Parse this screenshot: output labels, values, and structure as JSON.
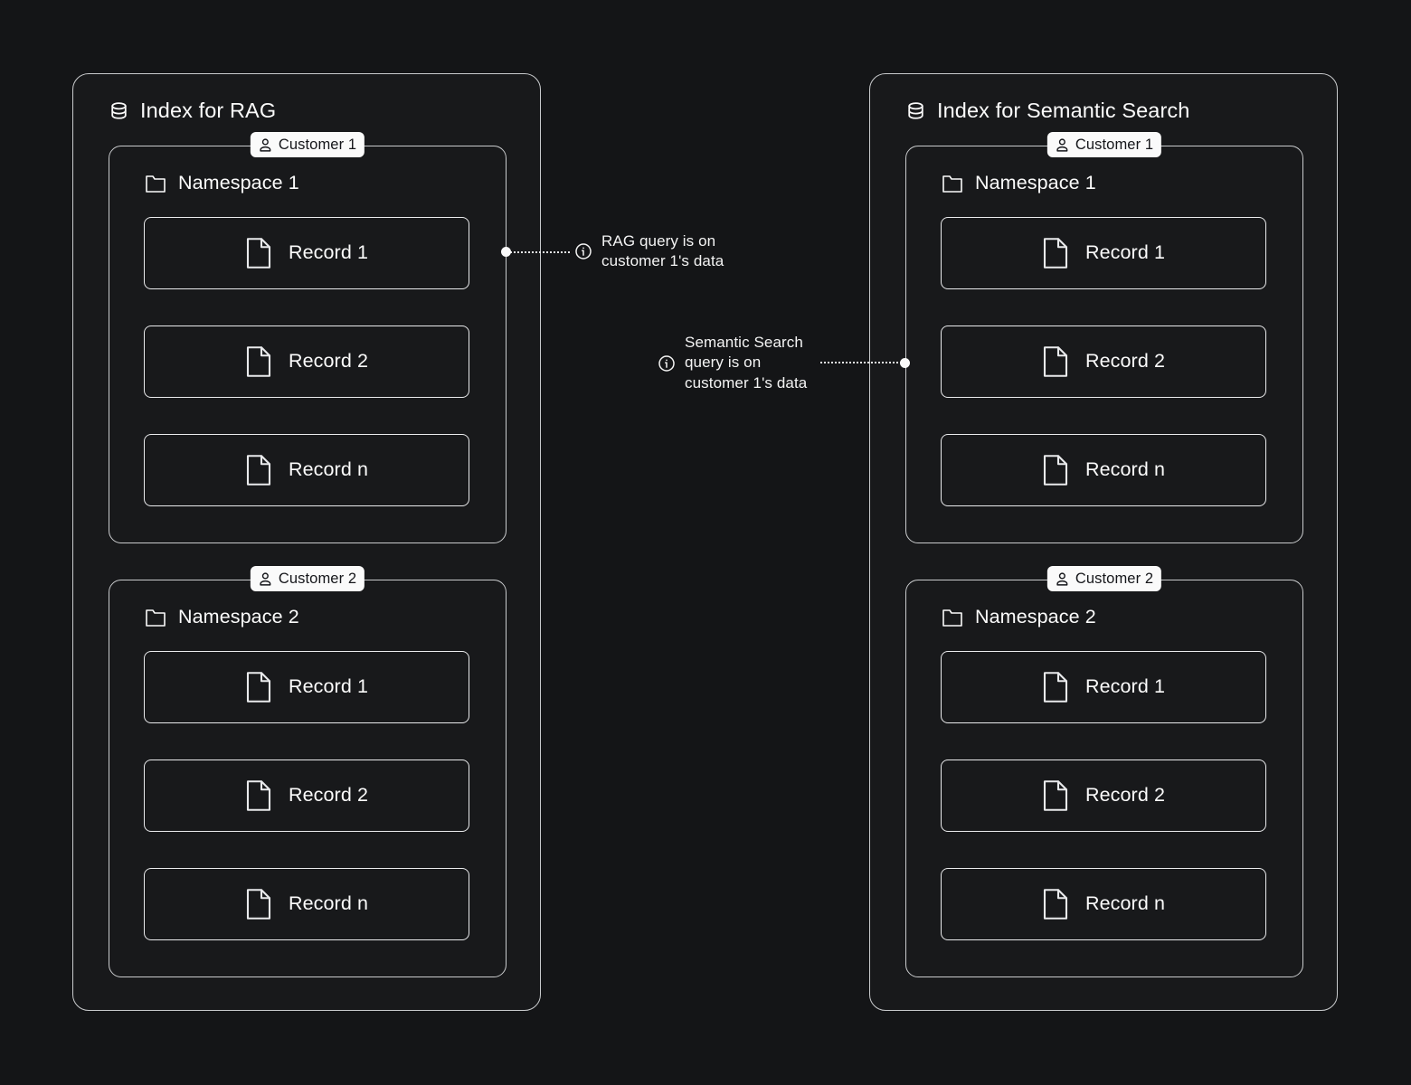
{
  "background_color": "#141517",
  "stroke_color": "#c9cbcd",
  "text_color": "#fbfbfb",
  "badge_bg_color": "#fafafa",
  "badge_text_color": "#15161a",
  "panels": [
    {
      "id": "rag",
      "icon": "database-icon",
      "title": "Index for RAG",
      "namespaces": [
        {
          "badge": {
            "icon": "user-icon",
            "label": "Customer 1"
          },
          "icon": "folder-icon",
          "title": "Namespace 1",
          "records": [
            {
              "icon": "document-icon",
              "label": "Record 1"
            },
            {
              "icon": "document-icon",
              "label": "Record 2"
            },
            {
              "icon": "document-icon",
              "label": "Record n"
            }
          ]
        },
        {
          "badge": {
            "icon": "user-icon",
            "label": "Customer 2"
          },
          "icon": "folder-icon",
          "title": "Namespace 2",
          "records": [
            {
              "icon": "document-icon",
              "label": "Record 1"
            },
            {
              "icon": "document-icon",
              "label": "Record 2"
            },
            {
              "icon": "document-icon",
              "label": "Record n"
            }
          ]
        }
      ]
    },
    {
      "id": "sem",
      "icon": "database-icon",
      "title": "Index for Semantic Search",
      "namespaces": [
        {
          "badge": {
            "icon": "user-icon",
            "label": "Customer 1"
          },
          "icon": "folder-icon",
          "title": "Namespace 1",
          "records": [
            {
              "icon": "document-icon",
              "label": "Record 1"
            },
            {
              "icon": "document-icon",
              "label": "Record 2"
            },
            {
              "icon": "document-icon",
              "label": "Record n"
            }
          ]
        },
        {
          "badge": {
            "icon": "user-icon",
            "label": "Customer 2"
          },
          "icon": "folder-icon",
          "title": "Namespace 2",
          "records": [
            {
              "icon": "document-icon",
              "label": "Record 1"
            },
            {
              "icon": "document-icon",
              "label": "Record 2"
            },
            {
              "icon": "document-icon",
              "label": "Record n"
            }
          ]
        }
      ]
    }
  ],
  "annotations": [
    {
      "id": "rag",
      "icon": "info-icon",
      "text": "RAG query is on\ncustomer 1's data"
    },
    {
      "id": "sem",
      "icon": "info-icon",
      "text": "Semantic Search\nquery is on\ncustomer 1's data"
    }
  ]
}
